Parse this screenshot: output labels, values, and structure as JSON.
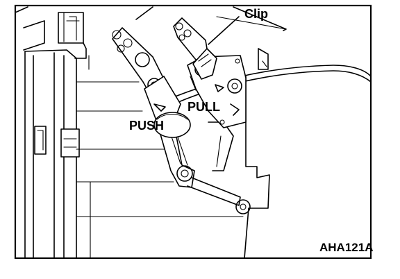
{
  "labels": {
    "clip": "Clip",
    "pull": "PULL",
    "push": "PUSH",
    "figure_code": "AHA121A"
  },
  "colors": {
    "line": "#000000",
    "background": "#ffffff"
  }
}
